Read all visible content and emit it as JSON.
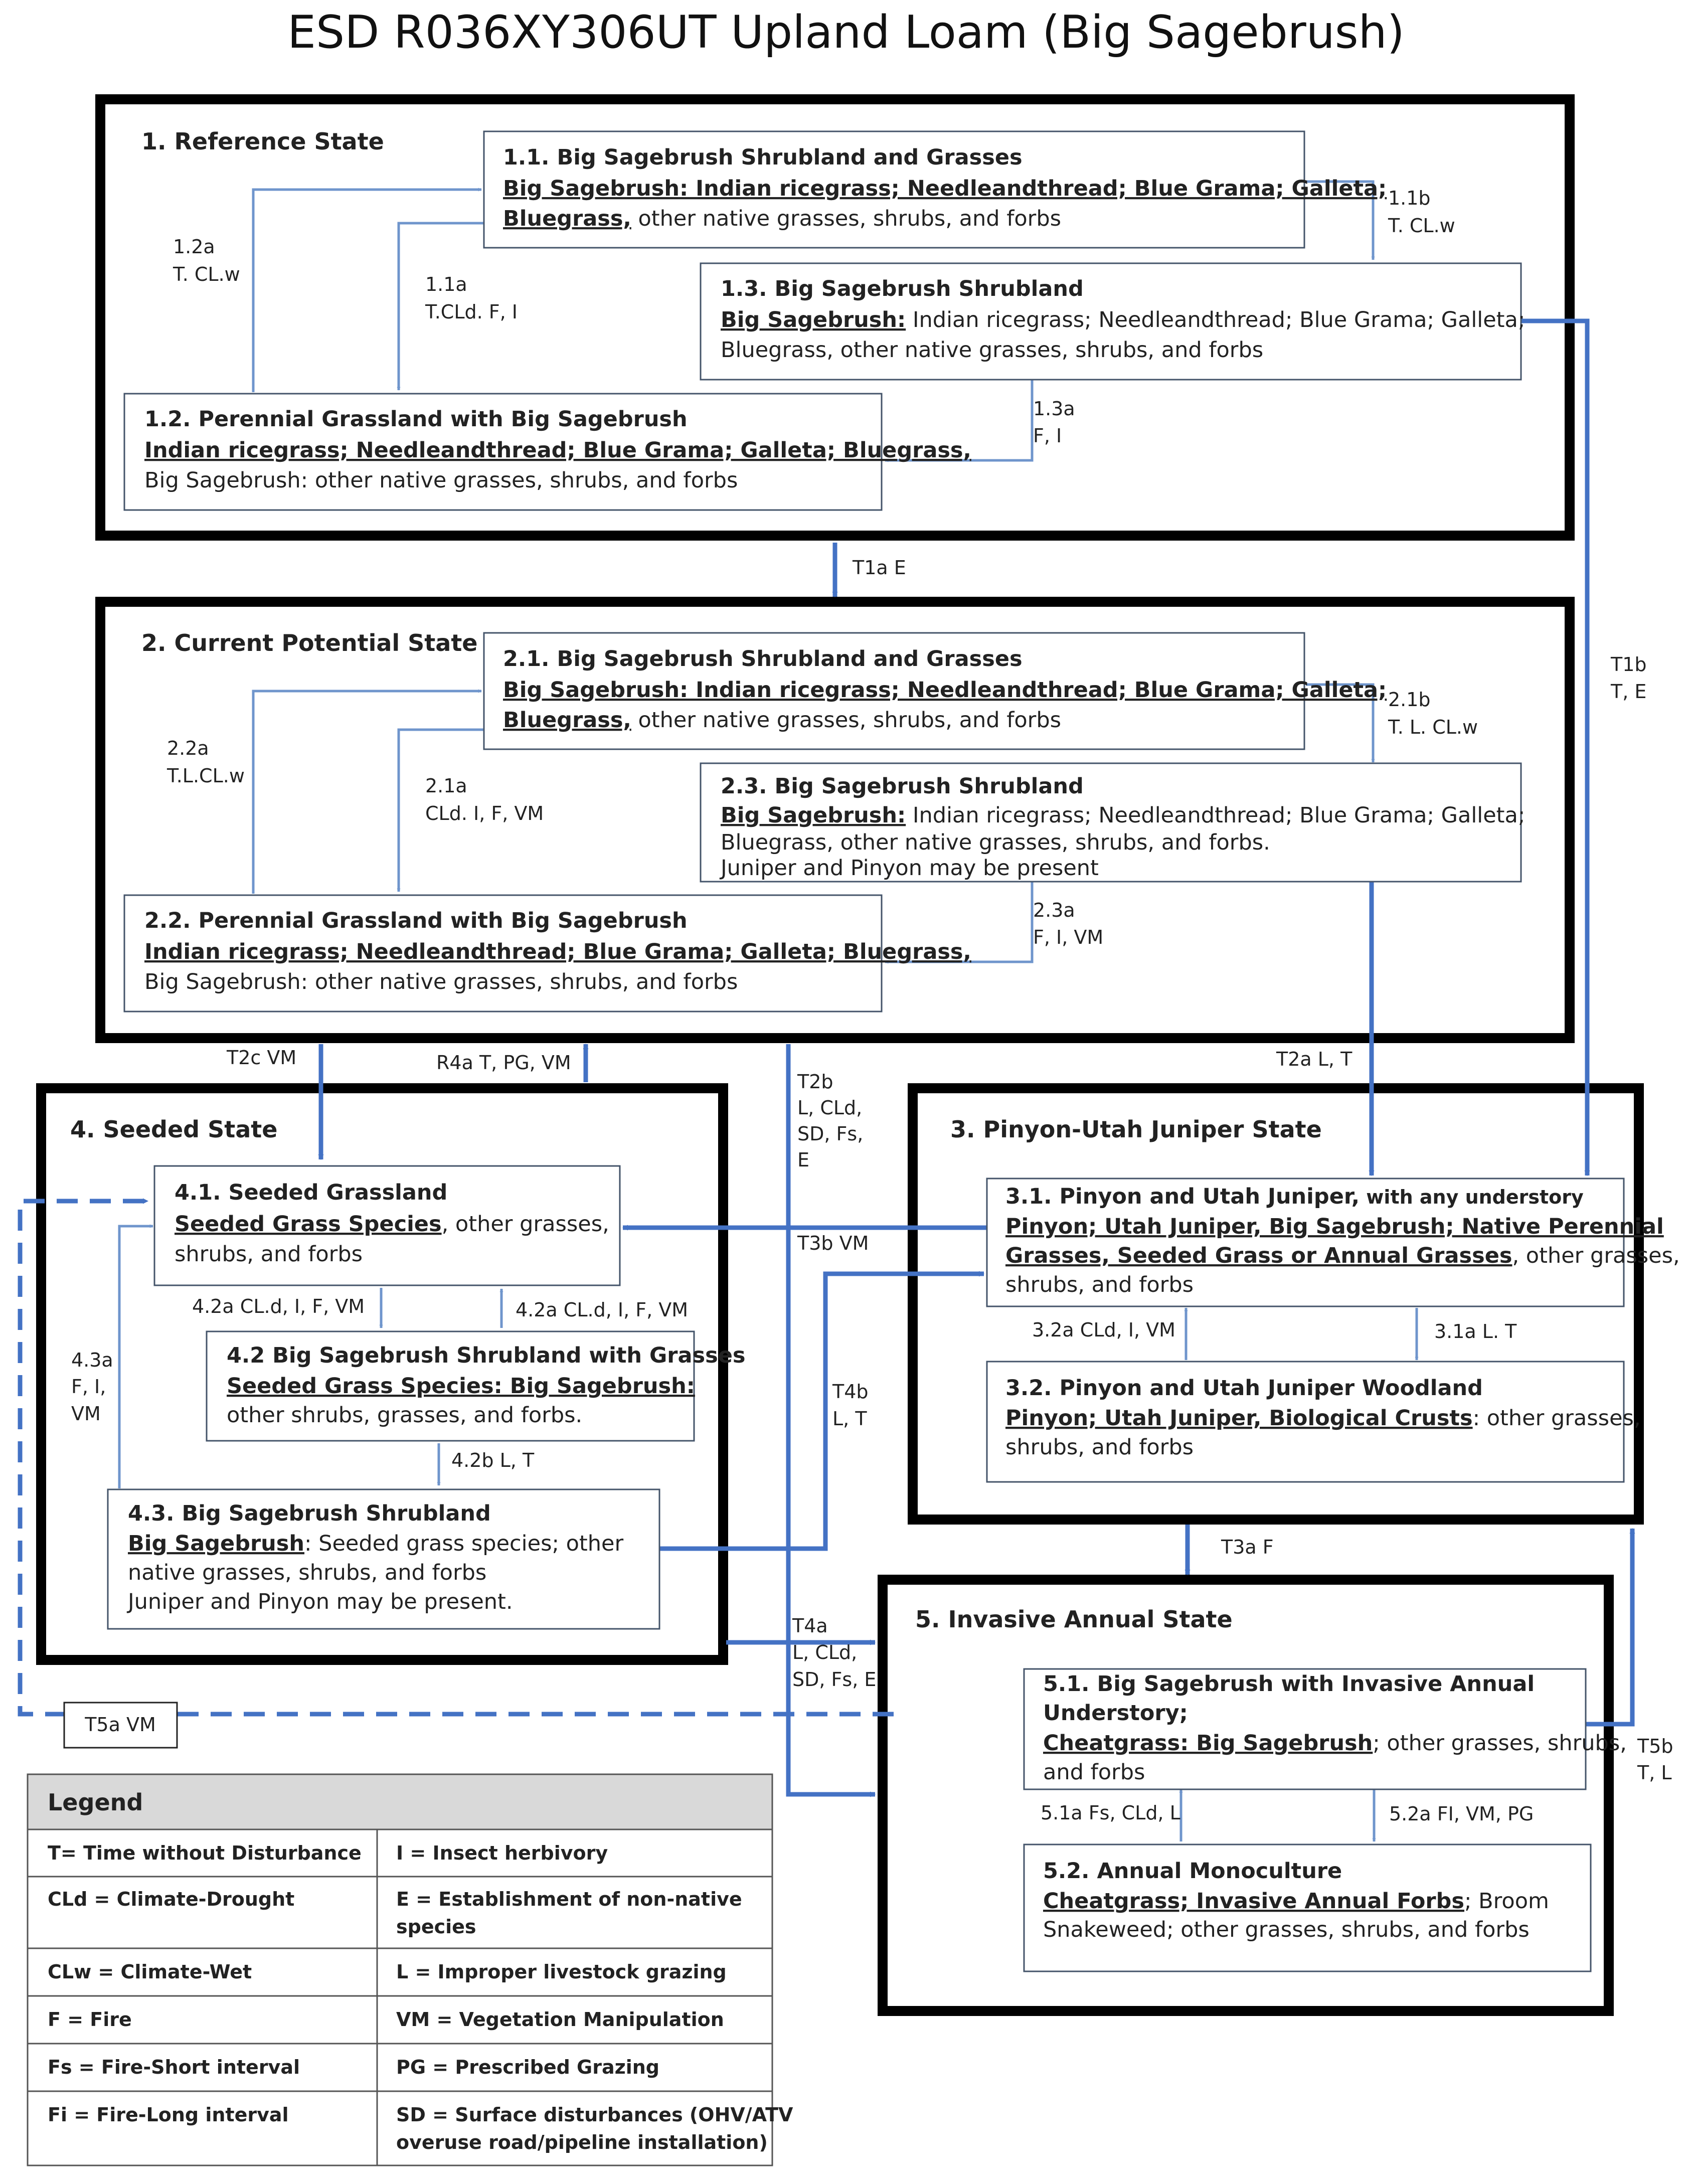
{
  "title": "ESD R036XY306UT Upland Loam (Big Sagebrush)",
  "states": {
    "s1": "1. Reference State",
    "s2": "2. Current Potential State",
    "s3": "3. Pinyon-Utah  Juniper State",
    "s4": "4. Seeded State",
    "s5": "5. Invasive Annual  State"
  },
  "communities": {
    "c11": {
      "title": "1.1. Big Sagebrush Shrubland  and Grasses",
      "l1": "Big Sagebrush: Indian ricegrass; Needleandthread;  Blue Grama; Galleta;",
      "l2u": "Bluegrass,",
      "l2": " other native grasses, shrubs, and forbs"
    },
    "c13": {
      "title": "1.3. Big Sagebrush Shrubland",
      "l1u": "Big Sagebrush:",
      "l1": " Indian ricegrass; Needleandthread; Blue Grama; Galleta;",
      "l2": "Bluegrass, other native grasses, shrubs, and forbs"
    },
    "c12": {
      "title": "1.2. Perennial Grassland with Big Sagebrush",
      "l1u": "Indian ricegrass; Needleandthread;  Blue Grama; Galleta; Bluegrass,",
      "l2": "Big Sagebrush: other native grasses, shrubs, and forbs"
    },
    "c21": {
      "title": "2.1. Big Sagebrush Shrubland  and Grasses",
      "l1": "Big Sagebrush: Indian ricegrass; Needleandthread;  Blue Grama; Galleta;",
      "l2u": "Bluegrass,",
      "l2": " other native grasses, shrubs, and forbs"
    },
    "c23": {
      "title": "2.3. Big Sagebrush Shrubland",
      "l1u": "Big Sagebrush:",
      "l1": " Indian ricegrass; Needleandthread; Blue Grama; Galleta;",
      "l2": "Bluegrass, other native grasses, shrubs, and forbs.",
      "l3": "Juniper and Pinyon may be present"
    },
    "c22": {
      "title": "2.2. Perennial Grassland with Big Sagebrush",
      "l1u": "Indian ricegrass; Needleandthread;  Blue Grama; Galleta; Bluegrass,",
      "l2": "Big Sagebrush: other native grasses, shrubs, and forbs"
    },
    "c41": {
      "title": "4.1. Seeded Grassland",
      "l1u": "Seeded Grass Species",
      "l1": ", other grasses,",
      "l2": "shrubs, and forbs"
    },
    "c42": {
      "title": "4.2 Big Sagebrush Shrubland  with Grasses",
      "l1u": "Seeded Grass Species: Big Sagebrush:",
      "l2": "other shrubs, grasses, and forbs."
    },
    "c43": {
      "title": "4.3. Big Sagebrush Shrubland",
      "l1u": "Big Sagebrush",
      "l1": ":  Seeded grass species; other",
      "l2": "native grasses, shrubs, and forbs",
      "l3": "Juniper and Pinyon may be present."
    },
    "c31": {
      "title": "3.1. Pinyon  and Utah Juniper,",
      "title_small": " with any understory",
      "l1u": "Pinyon; Utah Juniper, Big Sagebrush; Native Perennial",
      "l2u": "Grasses, Seeded Grass or Annual  Grasses",
      "l2": ", other grasses,",
      "l3": "shrubs, and forbs"
    },
    "c32": {
      "title": "3.2. Pinyon  and Utah Juniper  Woodland",
      "l1u": "Pinyon; Utah Juniper, Biological Crusts",
      "l1": ": other grasses,",
      "l2": "shrubs, and forbs"
    },
    "c51": {
      "title": "5.1. Big Sagebrush with Invasive Annual",
      "title2": "Understory;",
      "l1u": "Cheatgrass: Big Sagebrush",
      "l1": "; other grasses, shrubs,",
      "l2": "and forbs"
    },
    "c52": {
      "title": "5.2. Annual Monoculture",
      "l1u": "Cheatgrass; Invasive Annual  Forbs",
      "l1": "; Broom",
      "l2": "Snakeweed; other grasses, shrubs, and forbs"
    }
  },
  "transitions": {
    "p12a": [
      "1.2a",
      "T. CL.w"
    ],
    "p11a": [
      "1.1a",
      "T.CLd. F, I"
    ],
    "p11b": [
      "1.1b",
      "T. CL.w"
    ],
    "p13a": [
      "1.3a",
      "F, I"
    ],
    "t1a": "T1a E",
    "t1b": [
      "T1b",
      "T, E"
    ],
    "p22a": [
      "2.2a",
      "T.L.CL.w"
    ],
    "p21a": [
      "2.1a",
      "CLd. I, F, VM"
    ],
    "p21b": [
      "2.1b",
      "T. L. CL.w"
    ],
    "p23a": [
      "2.3a",
      "F, I, VM"
    ],
    "t2c": "T2c VM",
    "r4a": "R4a T, PG, VM",
    "t2b": [
      "T2b",
      "L, CLd,",
      "SD, Fs,",
      "E"
    ],
    "t2a": "T2a L, T",
    "t3b": "T3b VM",
    "p42a_down": "4.2a CL.d, I, F, VM",
    "p42a_up": "4.2a CL.d, I, F, VM",
    "p43a": [
      "4.3a",
      "F,  I,",
      "VM"
    ],
    "p42b": "4.2b L, T",
    "t4b": [
      "T4b",
      "L, T"
    ],
    "p32a": "3.2a CLd, I, VM",
    "p31a": "3.1a L. T",
    "t3a": "T3a F",
    "t4a": [
      "T4a",
      "L, CLd,",
      "SD, Fs, E"
    ],
    "t5a": "T5a VM",
    "t5b": [
      "T5b",
      "T, L"
    ],
    "p51a": "5.1a Fs, CLd, L",
    "p52a": "5.2a FI, VM, PG"
  },
  "legend": {
    "header": "Legend",
    "rows": [
      [
        "T= Time without Disturbance",
        "I = Insect herbivory",
        ""
      ],
      [
        "CLd = Climate-Drought",
        "E = Establishment of non-native",
        "species"
      ],
      [
        "CLw = Climate-Wet",
        "L = Improper livestock grazing",
        ""
      ],
      [
        "F = Fire",
        "VM = Vegetation Manipulation",
        ""
      ],
      [
        "Fs = Fire-Short interval",
        "PG = Prescribed Grazing",
        ""
      ],
      [
        "Fi = Fire-Long interval",
        "SD = Surface disturbances (OHV/ATV",
        "overuse road/pipeline installation)"
      ]
    ]
  }
}
